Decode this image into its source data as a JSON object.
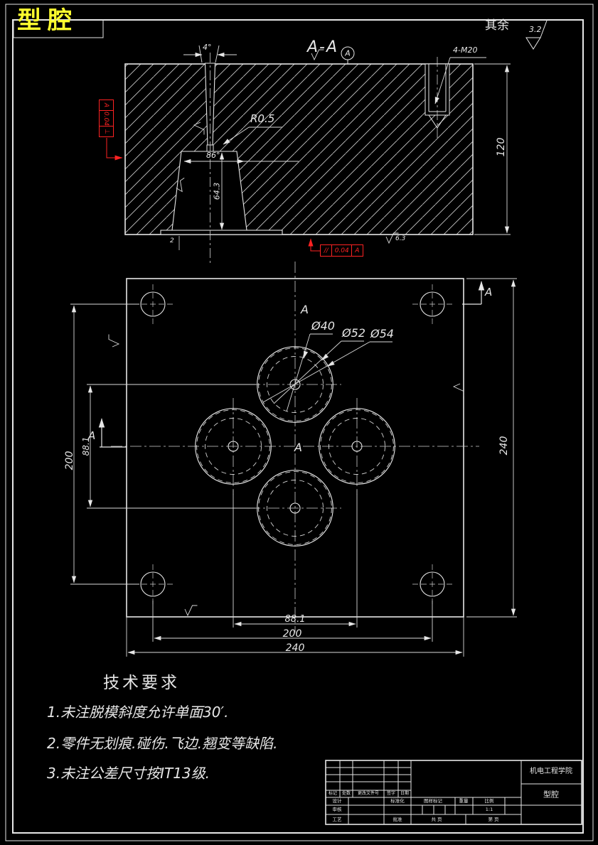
{
  "part_title": "型腔",
  "surface_note": {
    "label": "其余",
    "value": "3.2"
  },
  "section_view": {
    "label": "A-A",
    "datum_label": "A",
    "thread_callout": "4-M20",
    "sprue_taper": "4°",
    "fillet_radius": "R0.5",
    "cone_angle": "86°",
    "cone_height": "64.3",
    "base_dim": "2",
    "plate_thickness": "120",
    "roughness_value": "6.3",
    "fcf_perp": {
      "symbol": "⊥",
      "tol": "0.04",
      "datum": "A"
    },
    "fcf_para": {
      "symbol": "//",
      "tol": "0.04",
      "datum": "A"
    }
  },
  "plan_view": {
    "dia_labels": [
      "Ø40",
      "Ø52",
      "Ø54"
    ],
    "section_letter": "A",
    "dim_left_inner": "88.1",
    "dim_left_outer": "200",
    "dim_right": "240",
    "dim_bottom_inner": "88.1",
    "dim_bottom_mid": "200",
    "dim_bottom_outer": "240"
  },
  "tech_requirements": {
    "heading": "技术要求",
    "items": [
      "1.未注脱模斜度允许单面30′.",
      "2.零件无划痕.碰伤.飞边.翘变等缺陷.",
      "3.未注公差尺寸按IT13级."
    ]
  },
  "title_block": {
    "school": "机电工程学院",
    "part_name": "型腔",
    "rev_headers": [
      "标记",
      "处数",
      "更改文件号",
      "签字",
      "日期"
    ],
    "design": "设计",
    "standardization": "标准化",
    "check": "审核",
    "process": "工艺",
    "approve": "批准",
    "stamp": "图样标记",
    "weight": "重量",
    "scale_label": "比例",
    "scale_value": "1:1",
    "sheet_total": "共 页",
    "sheet_num": "第 页"
  },
  "colors": {
    "background": "#000000",
    "line": "#e6e6e6",
    "accent_yellow": "#ffff2e",
    "tolerance_red": "#ff2222"
  }
}
